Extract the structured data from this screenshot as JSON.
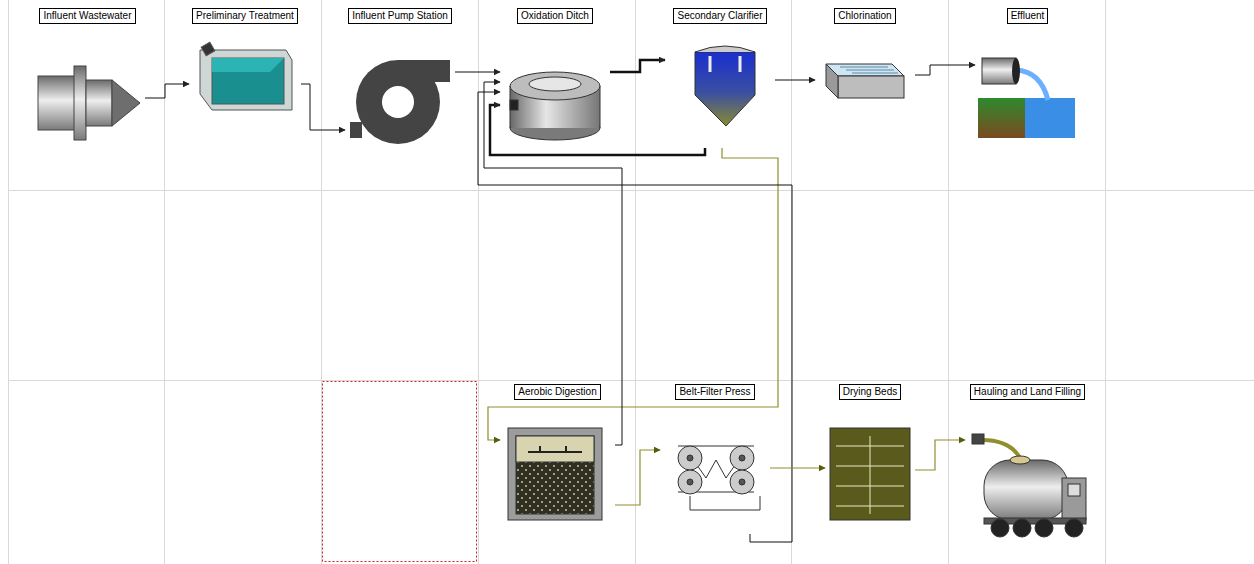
{
  "diagram": {
    "nodes": [
      {
        "text": [
          "Influent Wastewater"
        ]
      },
      {
        "text": [
          "Preliminary Treatment"
        ]
      },
      {
        "text": [
          "Influent Pump Station"
        ]
      },
      {
        "text": [
          "Oxidation Ditch"
        ]
      },
      {
        "text": [
          "Secondary Clarifier"
        ]
      },
      {
        "text": [
          "Chlorination"
        ]
      },
      {
        "text": [
          "Effluent"
        ]
      },
      {
        "text": [
          "Aerobic Digestion"
        ]
      },
      {
        "text": [
          "Belt-Filter Press"
        ]
      },
      {
        "text": [
          "Drying Beds"
        ]
      },
      {
        "text": [
          "Hauling and Land Filling"
        ]
      }
    ],
    "edges": [
      {
        "from": 0,
        "to": 1,
        "arrow": "to"
      },
      {
        "from": 1,
        "to": 2,
        "arrow": "to"
      },
      {
        "from": 2,
        "to": 3,
        "arrow": "to"
      },
      {
        "from": 3,
        "to": 4,
        "arrow": "to"
      },
      {
        "from": 4,
        "to": 5,
        "arrow": "to"
      },
      {
        "from": 5,
        "to": 6,
        "arrow": "to"
      },
      {
        "from": 4,
        "to": 3,
        "arrow": "to"
      },
      {
        "from": 4,
        "to": 7,
        "arrow": "to"
      },
      {
        "from": 7,
        "to": 3,
        "arrow": "to"
      },
      {
        "from": 8,
        "to": 3,
        "arrow": "to"
      },
      {
        "from": 7,
        "to": 8,
        "arrow": "to"
      },
      {
        "from": 8,
        "to": 9,
        "arrow": "to"
      },
      {
        "from": 9,
        "to": 10,
        "arrow": "to"
      }
    ]
  }
}
